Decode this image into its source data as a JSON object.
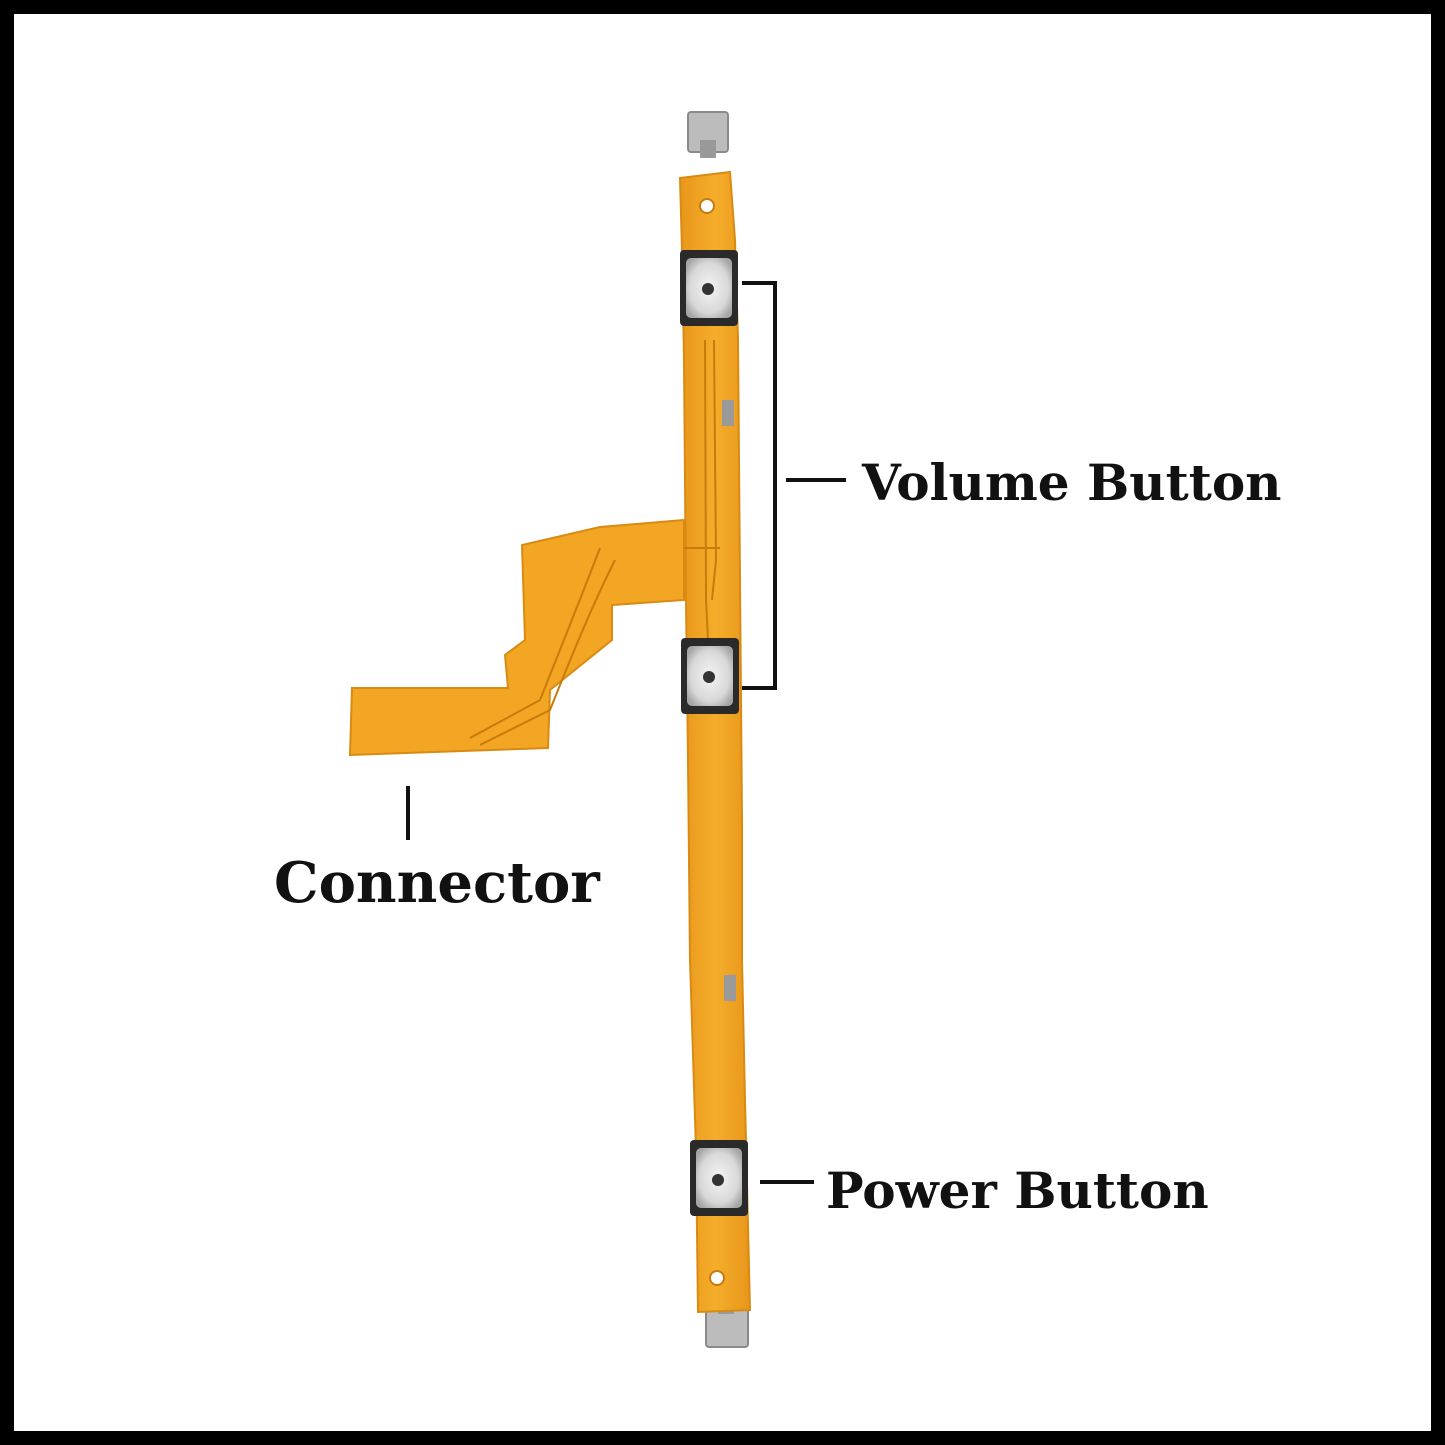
{
  "labels": {
    "volume": "Volume Button",
    "connector": "Connector",
    "power": "Power Button"
  },
  "colors": {
    "border": "#000000",
    "background": "#ffffff",
    "flex_orange": "#f2a623",
    "flex_edge": "#d98a12",
    "metal": "#b8b8b8",
    "leader": "#111111"
  },
  "icons": {
    "volume_up_switch": "tactile-switch-icon",
    "volume_down_switch": "tactile-switch-icon",
    "power_switch": "tactile-switch-icon"
  }
}
